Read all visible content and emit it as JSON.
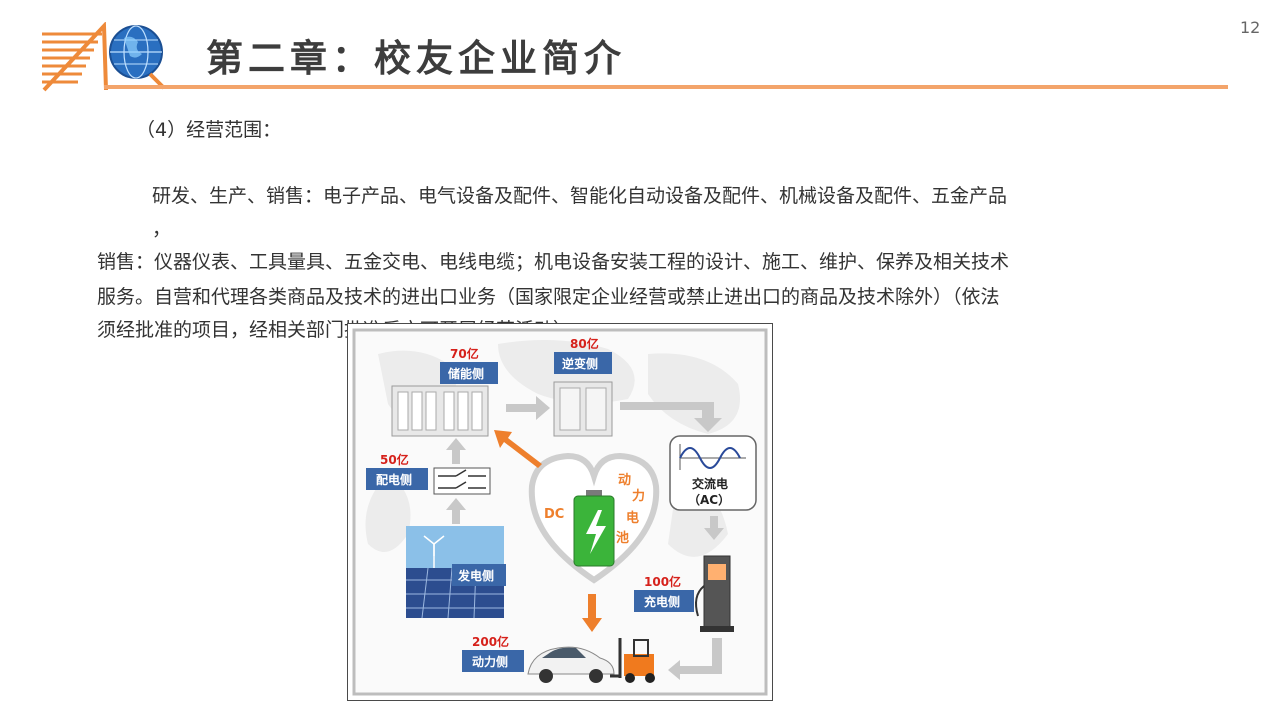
{
  "header": {
    "title": "第二章：校友企业简介",
    "page_number": "12"
  },
  "content": {
    "subheading": "（4）经营范围：",
    "paragraph_line1": "研发、生产、销售：电子产品、电气设备及配件、智能化自动设备及配件、机械设备及配件、五金产品",
    "paragraph_comma": "，",
    "paragraph_line2": "销售：仪器仪表、工具量具、五金交电、电线电缆；机电设备安装工程的设计、施工、维护、保养及相关技术",
    "paragraph_line3": "服务。自营和代理各类商品及技术的进出口业务（国家限定企业经营或禁止进出口的商品及技术除外）（依法",
    "paragraph_line4": "须经批准的项目，经相关部门批准后方可开展经营活动）"
  },
  "diagram": {
    "storage": {
      "value": "70亿",
      "label": "储能侧"
    },
    "inverter": {
      "value": "80亿",
      "label": "逆变侧"
    },
    "distribution": {
      "value": "50亿",
      "label": "配电侧"
    },
    "generation": {
      "label": "发电侧"
    },
    "charging": {
      "value": "100亿",
      "label": "充电侧"
    },
    "power": {
      "value": "200亿",
      "label": "动力侧"
    },
    "ac": {
      "line1": "交流电",
      "line2": "（AC）"
    },
    "battery": {
      "dc": "DC",
      "c1": "动",
      "c2": "力",
      "c3": "电",
      "c4": "池"
    }
  },
  "colors": {
    "accent": "#f3a46b",
    "label_blue": "#3a67a8",
    "value_red": "#d6211b",
    "arrow_orange": "#ee7f2c",
    "battery_green": "#3bb43a"
  }
}
